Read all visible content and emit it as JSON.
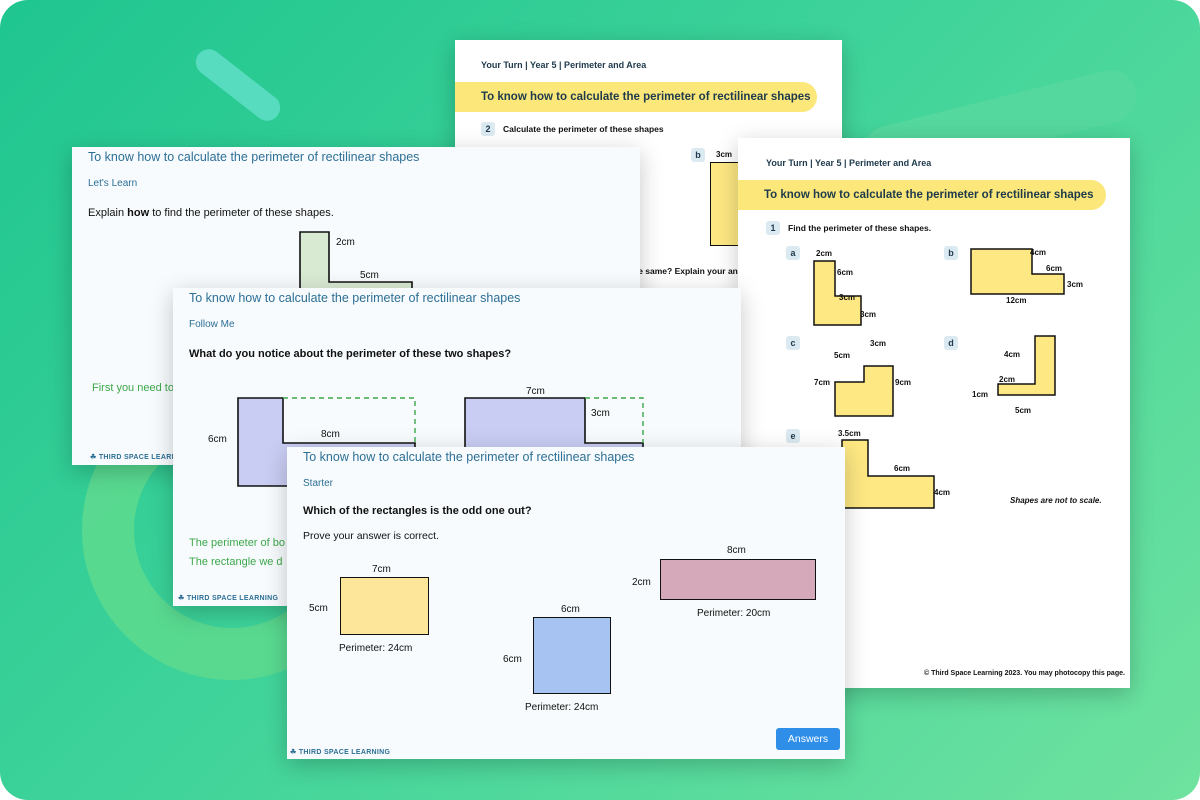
{
  "worksheet_top": {
    "header": "Your Turn | Year 5 | Perimeter and Area",
    "banner": "To know how to calculate the perimeter of rectilinear shapes",
    "q_num": "2",
    "question": "Calculate the perimeter of these shapes",
    "part_b": "b",
    "b_label": "3cm",
    "partial_text": "ne same? Explain your ans"
  },
  "worksheet_right": {
    "header": "Your Turn | Year 5 | Perimeter and Area",
    "banner": "To know how to calculate the perimeter of rectilinear shapes",
    "q_num": "1",
    "question": "Find the perimeter of these shapes.",
    "parts": {
      "a": {
        "letter": "a",
        "l1": "2cm",
        "l2": "6cm",
        "l3": "3cm",
        "l4": "3cm"
      },
      "b": {
        "letter": "b",
        "l1": "4cm",
        "l2": "6cm",
        "l3": "3cm",
        "l4": "12cm"
      },
      "c": {
        "letter": "c",
        "l1": "3cm",
        "l2": "5cm",
        "l3": "7cm",
        "l4": "9cm"
      },
      "d": {
        "letter": "d",
        "l1": "4cm",
        "l2": "2cm",
        "l3": "1cm",
        "l4": "5cm"
      },
      "e": {
        "letter": "e",
        "l1": "3.5cm",
        "l2": "6cm",
        "l3": "4cm"
      }
    },
    "note": "Shapes are not to scale.",
    "footer": "© Third Space Learning 2023. You may photocopy this page."
  },
  "slide_learn": {
    "title": "To know how to calculate the perimeter of rectilinear shapes",
    "sub": "Let's Learn",
    "question_pre": "Explain ",
    "question_bold": "how",
    "question_post": " to find the perimeter of these shapes.",
    "l1": "2cm",
    "l2": "5cm",
    "hint": "First you need to",
    "logo": "THIRD SPACE LEARNING"
  },
  "slide_follow": {
    "title": "To know how to calculate the perimeter of rectilinear shapes",
    "sub": "Follow Me",
    "question": "What do you notice about the perimeter of these two shapes?",
    "l_6cm": "6cm",
    "l_8cm": "8cm",
    "l_7cm": "7cm",
    "l_3cm": "3cm",
    "text1": "The perimeter of bo",
    "text2": "The rectangle we d",
    "logo": "THIRD SPACE LEARNING"
  },
  "slide_starter": {
    "title": "To know how to calculate the perimeter of rectilinear shapes",
    "sub": "Starter",
    "question": "Which of the rectangles is the odd one out?",
    "prompt": "Prove your answer is correct.",
    "rect1": {
      "width": "7cm",
      "height": "5cm",
      "perimeter": "Perimeter: 24cm",
      "color": "#fde59a"
    },
    "rect2": {
      "width": "6cm",
      "height": "6cm",
      "perimeter": "Perimeter: 24cm",
      "color": "#a6c3f2"
    },
    "rect3": {
      "width": "8cm",
      "height": "2cm",
      "perimeter": "Perimeter: 20cm",
      "color": "#d5a8ba"
    },
    "answers_button": "Answers",
    "logo": "THIRD SPACE LEARNING"
  },
  "colors": {
    "bg_start": "#1fc58f",
    "bg_end": "#6fe29f",
    "title_blue": "#2d6f95",
    "banner_yellow": "#fbe77a",
    "shape_yellow": "#fde883",
    "shape_green": "#d9ead3",
    "shape_lavender": "#c9cdf3",
    "answer_green": "#3da84a",
    "button_blue": "#2f8fe8"
  }
}
